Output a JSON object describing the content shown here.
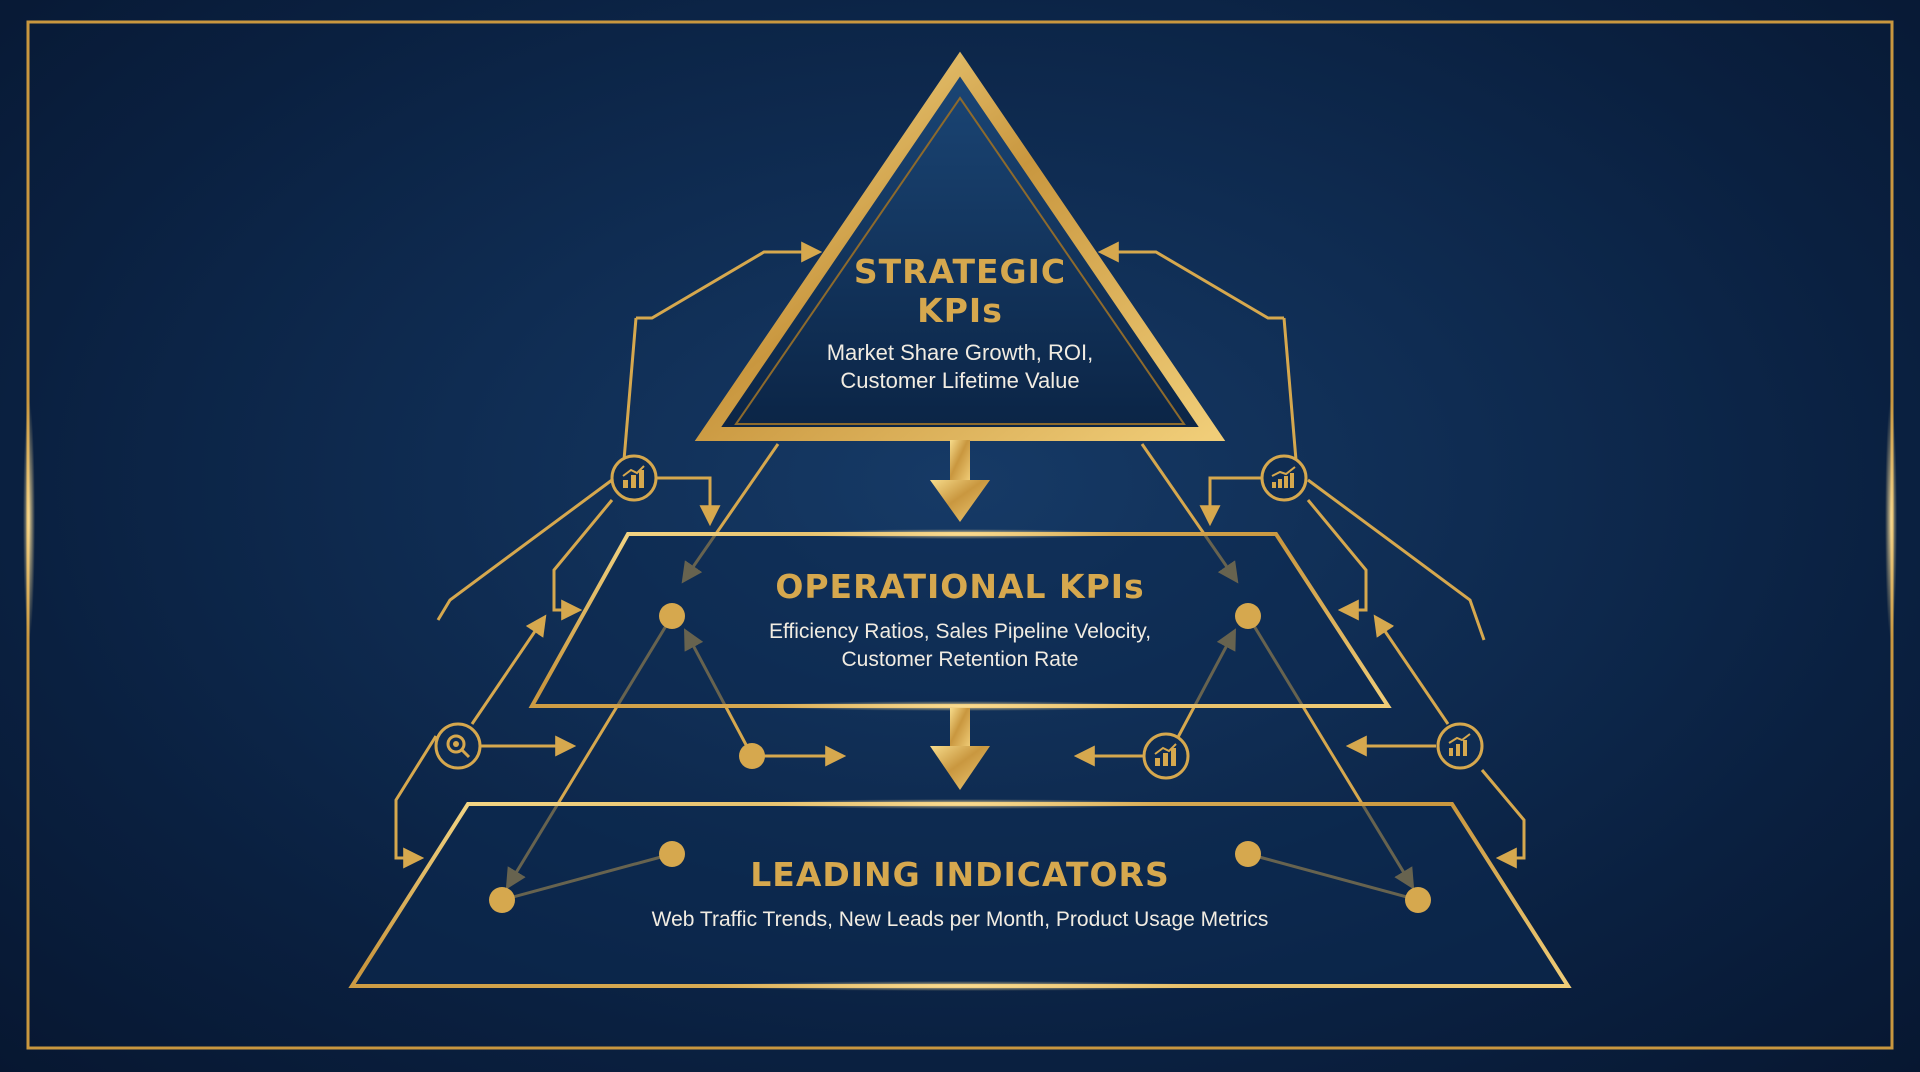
{
  "colors": {
    "background": "#0f2c52",
    "gold": "#d6a84e",
    "gold_light": "#f5d27a",
    "text": "#f1ece2"
  },
  "tiers": {
    "strategic": {
      "title_line1": "STRATEGIC",
      "title_line2": "KPIs",
      "desc_line1": "Market Share Growth, ROI,",
      "desc_line2": "Customer Lifetime Value"
    },
    "operational": {
      "title": "OPERATIONAL KPIs",
      "desc_line1": "Efficiency Ratios, Sales Pipeline Velocity,",
      "desc_line2": "Customer Retention Rate"
    },
    "leading": {
      "title": "LEADING INDICATORS",
      "desc": "Web Traffic Trends, New Leads per Month, Product Usage Metrics"
    }
  },
  "icons": [
    "bar-chart-icon",
    "magnifier-icon",
    "trend-chart-icon"
  ]
}
